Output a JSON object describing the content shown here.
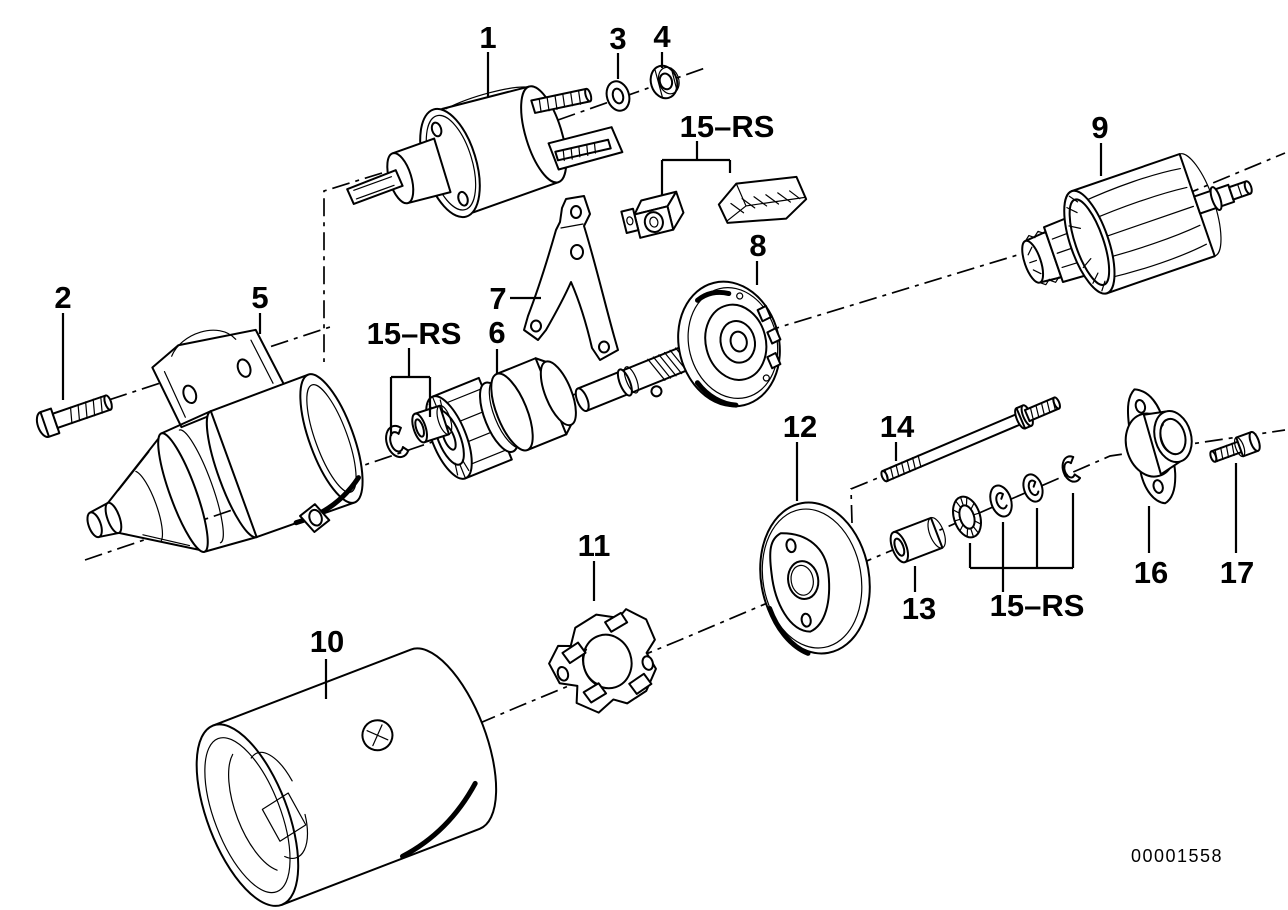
{
  "diagram": {
    "background_color": "#ffffff",
    "ink_color": "#000000",
    "drawing_number": "00001558",
    "callouts": [
      {
        "text": "1"
      },
      {
        "text": "2"
      },
      {
        "text": "3"
      },
      {
        "text": "4"
      },
      {
        "text": "5"
      },
      {
        "text": "6"
      },
      {
        "text": "7"
      },
      {
        "text": "8"
      },
      {
        "text": "9"
      },
      {
        "text": "10"
      },
      {
        "text": "11"
      },
      {
        "text": "12"
      },
      {
        "text": "13"
      },
      {
        "text": "14"
      },
      {
        "text": "16"
      },
      {
        "text": "17"
      },
      {
        "text": "15–RS"
      },
      {
        "text": "15–RS"
      },
      {
        "text": "15–RS"
      }
    ]
  }
}
